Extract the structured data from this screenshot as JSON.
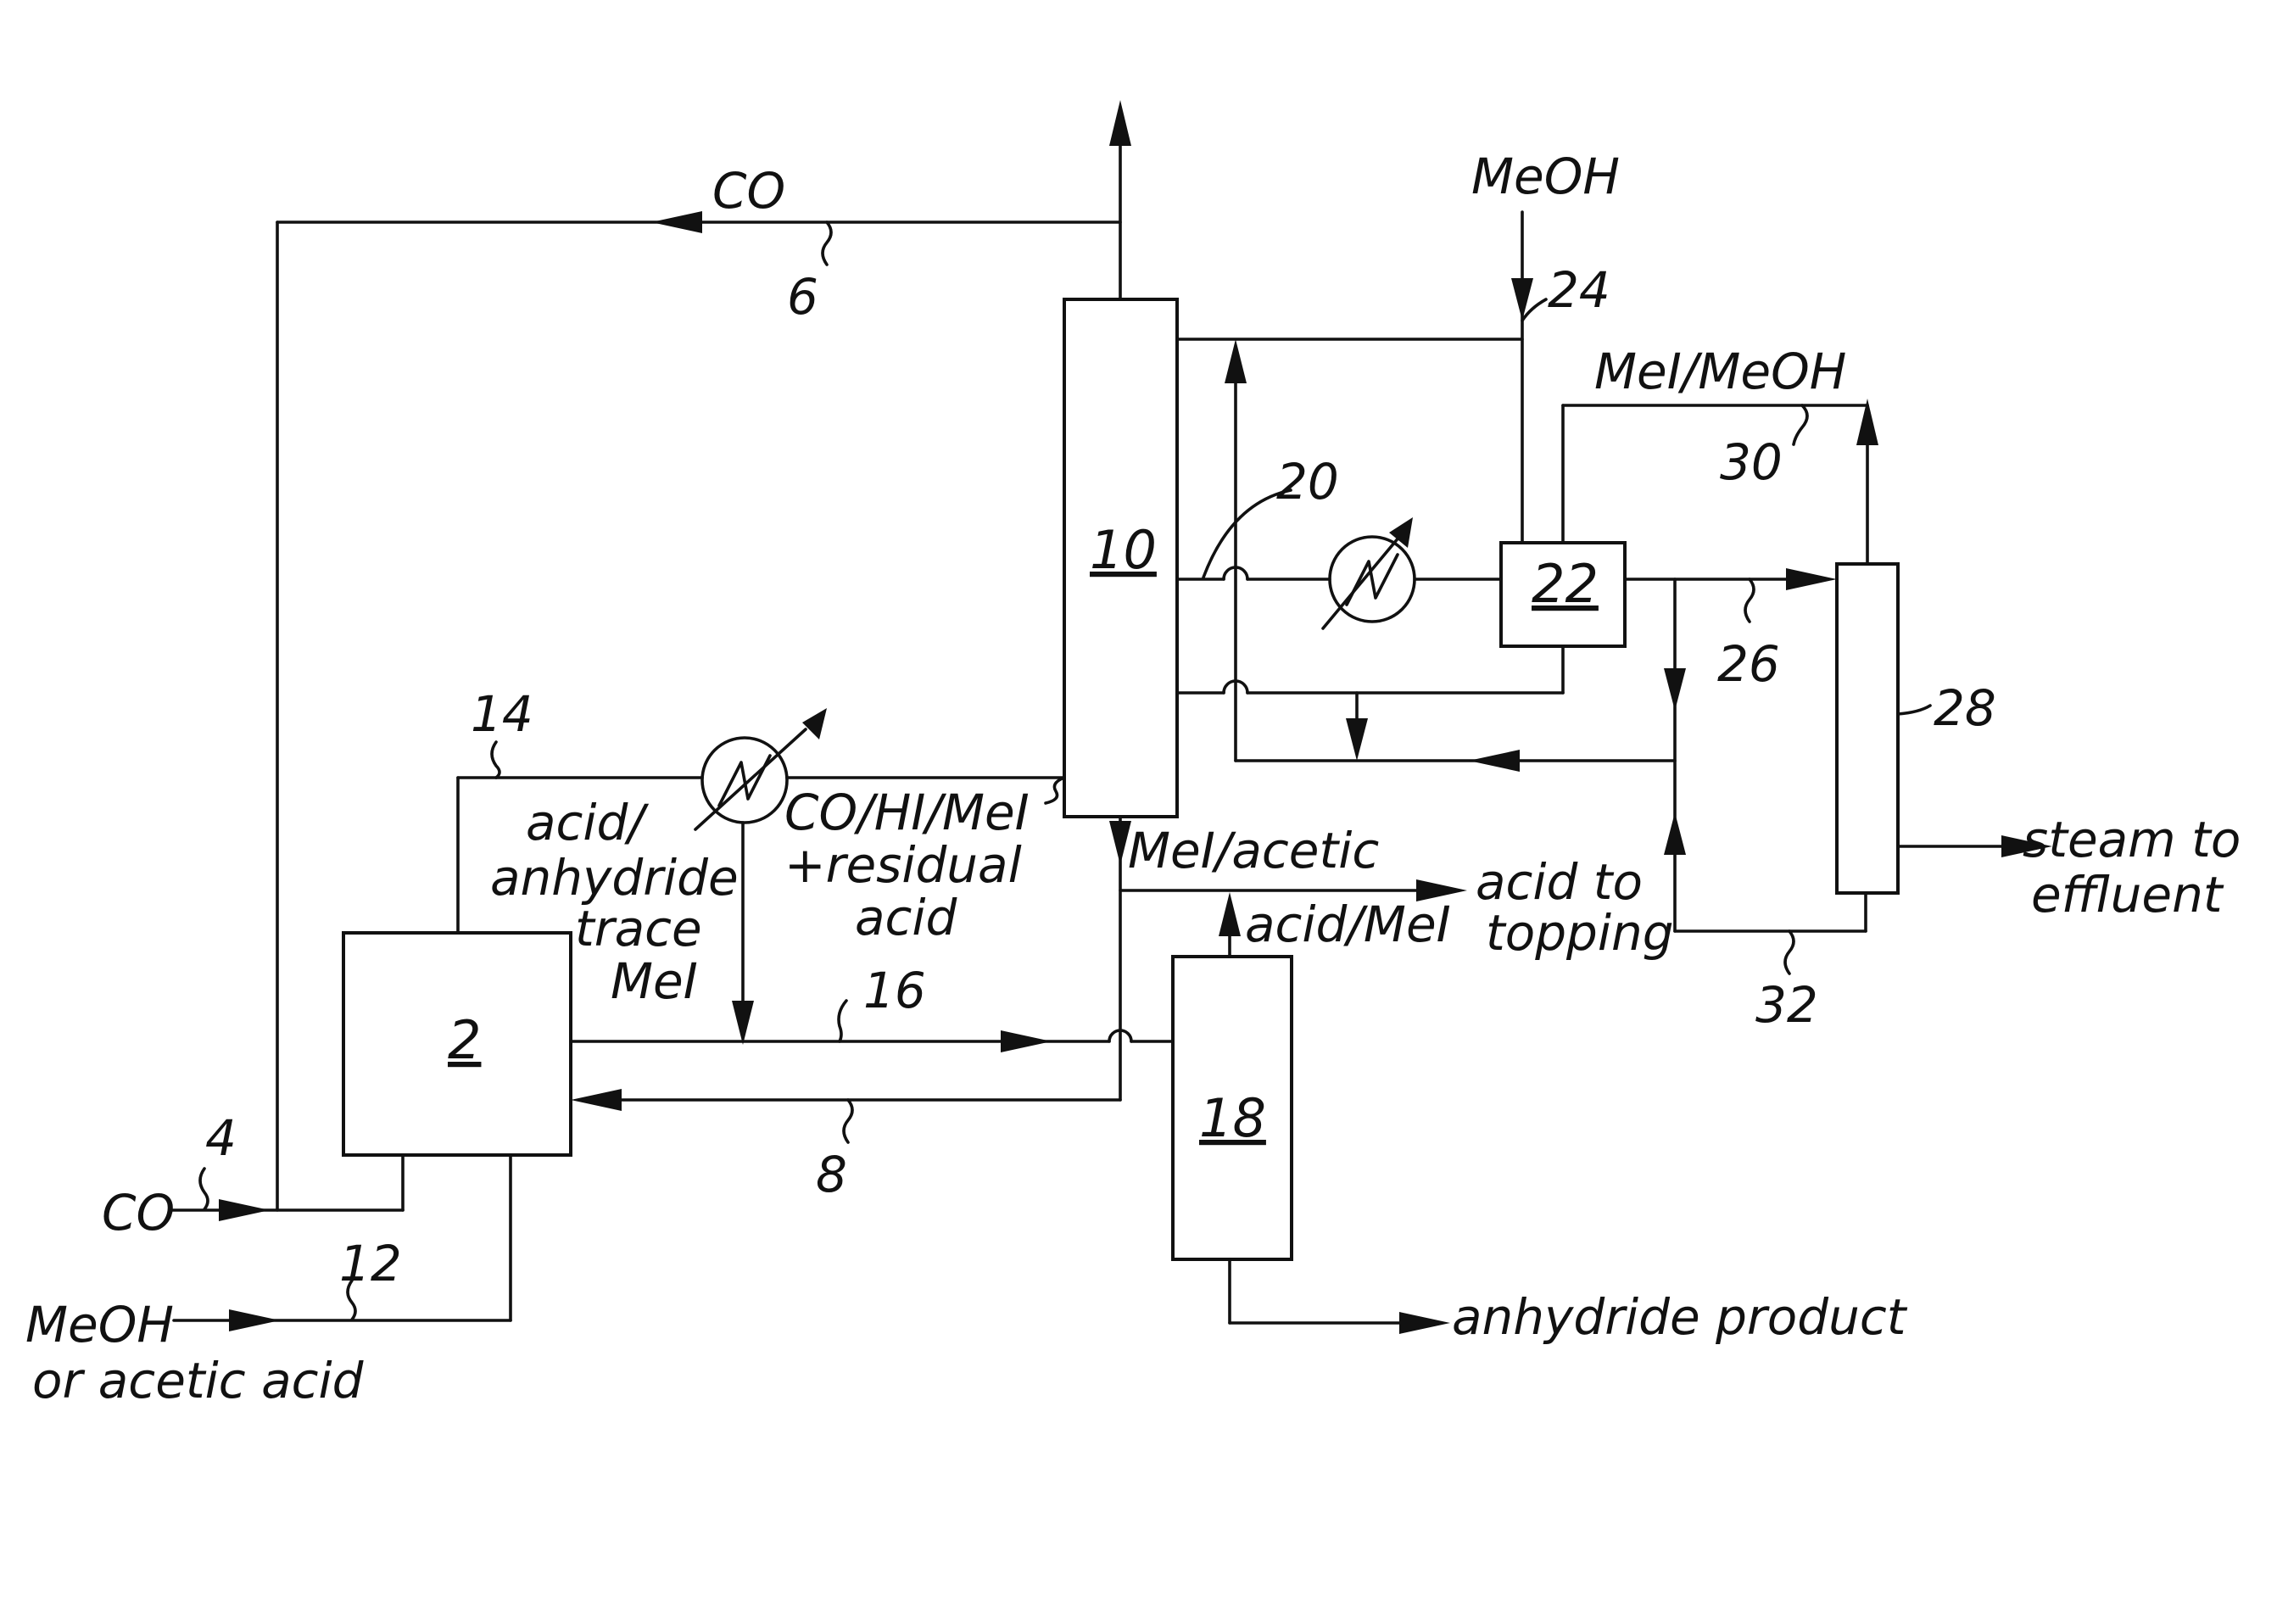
{
  "units": {
    "u2": "2",
    "u10": "10",
    "u18": "18",
    "u22": "22",
    "u28": "28"
  },
  "streams": {
    "n4": "4",
    "n6": "6",
    "n8": "8",
    "n12": "12",
    "n14": "14",
    "n16": "16",
    "n20": "20",
    "n24": "24",
    "n26": "26",
    "n30": "30",
    "n32": "32"
  },
  "labels": {
    "co_top": "CO",
    "meoh_top": "MeOH",
    "mei_meoh": "MeI/MeOH",
    "co_in": "CO",
    "meoh_in_1": "MeOH",
    "meoh_in_2": "or acetic acid",
    "acid_anh_1": "acid/",
    "acid_anh_2": "anhydride",
    "acid_anh_3": "trace",
    "acid_anh_4": "MeI",
    "cohi_1": "CO/HI/MeI",
    "cohi_2": "+residual",
    "cohi_3": "acid",
    "mei_acetic": "MeI/acetic",
    "acid_topping_1": "acid to",
    "acid_topping_2": "topping",
    "acid_mei": "acid/MeI",
    "anhydride_product": "anhydride product",
    "steam_1": "steam to",
    "steam_2": "effluent"
  }
}
